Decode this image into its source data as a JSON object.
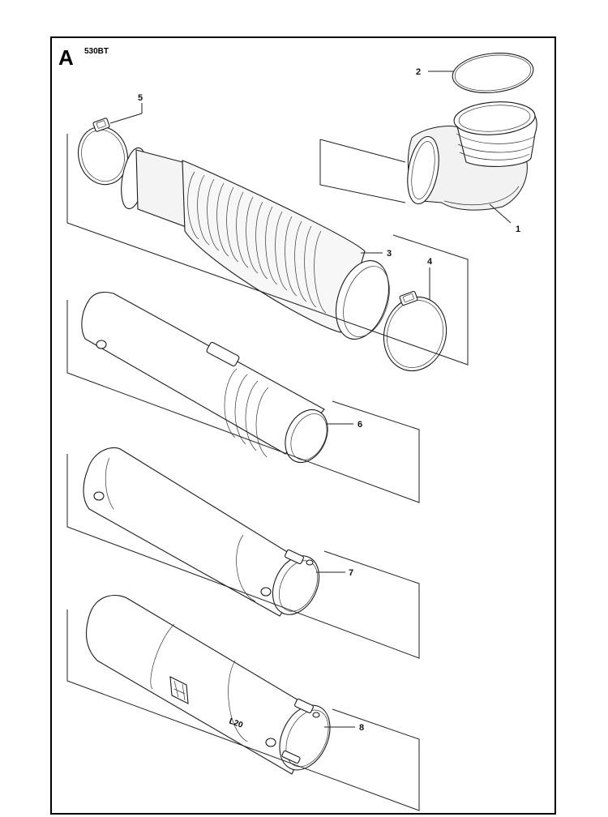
{
  "section_letter": "A",
  "model": "530BT",
  "callouts": [
    {
      "id": "1",
      "label": "1"
    },
    {
      "id": "2",
      "label": "2"
    },
    {
      "id": "3",
      "label": "3"
    },
    {
      "id": "4",
      "label": "4"
    },
    {
      "id": "5",
      "label": "5"
    },
    {
      "id": "6",
      "label": "6"
    },
    {
      "id": "7",
      "label": "7"
    },
    {
      "id": "8",
      "label": "8"
    }
  ],
  "tube_marking": "L20"
}
